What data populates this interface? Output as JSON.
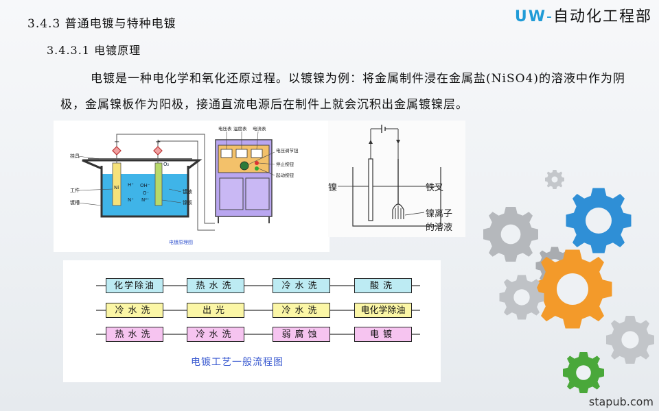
{
  "header": {
    "section": "3.4.3 普通电镀与特种电镀",
    "subsection": "3.4.3.1 电镀原理",
    "brand_prefix": "UW",
    "brand_dash": "-",
    "brand_name": "自动化工程部"
  },
  "paragraph": "电镀是一种电化学和氧化还原过程。以镀镍为例：将金属制件浸在金属盐(NiSO4)的溶液中作为阴极，金属镍板作为阳极，接通直流电源后在制件上就会沉积出金属镀镍层。",
  "diagram_left": {
    "caption": "电镀原理图",
    "labels": {
      "guaju": "挂具",
      "gongjian": "工件",
      "duocao": "镀槽",
      "duye": "镀液",
      "nieban": "镍板",
      "voltmeter": "电压表",
      "thermometer": "温度表",
      "ammeter": "电流表",
      "volt_knob": "电压调节钮",
      "stop_btn": "停止按钮",
      "start_btn": "起动按钮",
      "ni": "Ni",
      "h_plus": "H⁺",
      "oh_minus": "OH⁻",
      "o_minus": "O⁻",
      "o2": "O₂",
      "n_plus": "N⁺",
      "ni_plus2": "N²⁺",
      "minus": "−",
      "plus": "+"
    }
  },
  "diagram_right": {
    "nie": "镍",
    "tiecha": "铁叉",
    "nie_ion_1": "镍离子",
    "nie_ion_2": "的溶液"
  },
  "flow": {
    "caption": "电镀工艺一般流程图",
    "rows": [
      [
        "化学除油",
        "热水洗",
        "冷水洗",
        "酸洗"
      ],
      [
        "冷水洗",
        "出光",
        "冷水洗",
        "电化学除油"
      ],
      [
        "热水洗",
        "冷水洗",
        "弱腐蚀",
        "电镀"
      ]
    ],
    "colors": {
      "row1": [
        "#bdebf3",
        "#bdebf3",
        "#bdebf3",
        "#bdebf3"
      ],
      "row2": [
        "#fbf6a6",
        "#fbf6a6",
        "#fbf6a6",
        "#fbf6a6"
      ],
      "row3": [
        "#f6c4f0",
        "#f6c4f0",
        "#f6c4f0",
        "#f6c4f0"
      ]
    }
  },
  "watermark": "stapub.com",
  "theme": {
    "brand_blue": "#1f9bd7",
    "tank_liquid": "#3fb4e8",
    "cabinet": "#b9a6f0",
    "gear_blue": "#2f8fd6",
    "gear_orange": "#f39a2a",
    "gear_green": "#4aa83a",
    "gear_gray": "#b5b8bc"
  }
}
